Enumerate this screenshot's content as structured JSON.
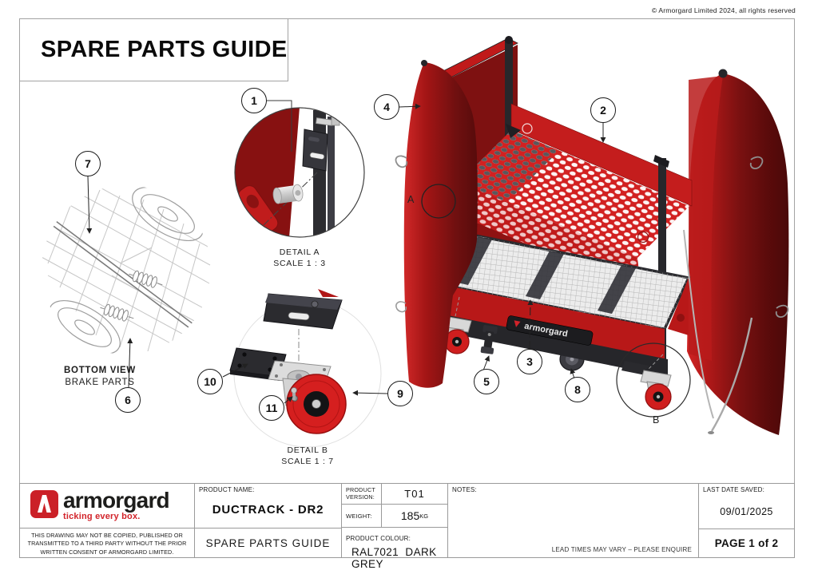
{
  "copyright": "© Armorgard Limited 2024, all rights reserved",
  "title": "SPARE PARTS GUIDE",
  "drawing": {
    "callouts": [
      {
        "num": "1"
      },
      {
        "num": "2"
      },
      {
        "num": "3"
      },
      {
        "num": "4"
      },
      {
        "num": "5"
      },
      {
        "num": "6"
      },
      {
        "num": "7"
      },
      {
        "num": "8"
      },
      {
        "num": "9"
      },
      {
        "num": "10"
      },
      {
        "num": "11"
      }
    ],
    "detail_a": {
      "label": "DETAIL A",
      "scale": "SCALE 1 : 3",
      "ref": "A"
    },
    "detail_b": {
      "label": "DETAIL B",
      "scale": "SCALE 1 : 7",
      "ref": "B"
    },
    "bottom_view": {
      "title": "BOTTOM VIEW",
      "subtitle": "BRAKE PARTS"
    },
    "frame_brand": "armorgard"
  },
  "title_block": {
    "logo": {
      "brand": "armorgard",
      "tagline": "ticking every box."
    },
    "disclaimer": "THIS DRAWING MAY NOT BE COPIED, PUBLISHED OR TRANSMITTED TO A THIRD PARTY WITHOUT THE PRIOR WRITTEN CONSENT OF ARMORGARD LIMITED.",
    "product_name_label": "PRODUCT NAME:",
    "product_name": "DUCTRACK - DR2",
    "document_type": "SPARE PARTS GUIDE",
    "product_version_label_1": "PRODUCT",
    "product_version_label_2": "VERSION:",
    "product_version": "T01",
    "weight_label": "WEIGHT:",
    "weight_value": "185",
    "weight_unit": "KG",
    "product_colour_label": "PRODUCT COLOUR:",
    "product_colour_code": "RAL7021",
    "product_colour_name": "DARK GREY",
    "notes_label": "NOTES:",
    "lead_time_note": "LEAD TIMES MAY VARY – PLEASE ENQUIRE",
    "last_saved_label": "LAST DATE SAVED:",
    "last_saved_date": "09/01/2025",
    "page_label": "PAGE 1 of 2"
  },
  "colors": {
    "accent_red": "#cc1d1d",
    "curtain_dark_red": "#5c0b0b",
    "frame_black": "#2a2a2e",
    "wheel_red": "#d22020"
  }
}
